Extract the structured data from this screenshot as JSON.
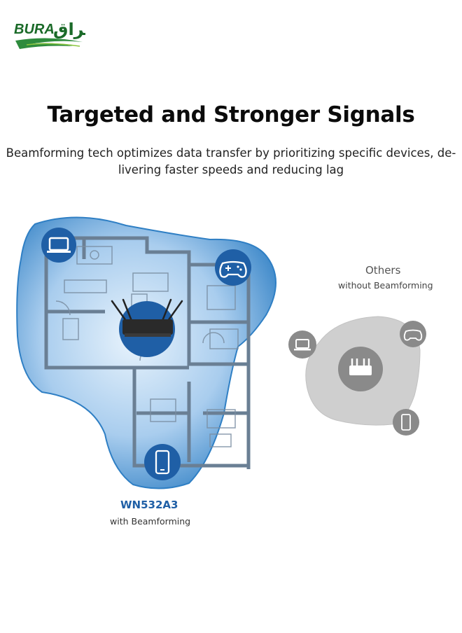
{
  "brand": {
    "logo_text_latin": "BURA",
    "logo_text_arabic": "براق",
    "logo_color": "#1a7a2e",
    "wing_color": "#2e8b3d"
  },
  "headline": "Targeted and Stronger Signals",
  "subline": {
    "line1": "Beamforming tech optimizes data transfer by prioritizing specific devices, de-",
    "line2": "livering faster speeds and reducing lag"
  },
  "product": {
    "model": "WN532A3",
    "caption": "with Beamforming",
    "color": "#1f5fa6",
    "coverage_color": "#2f7fc4",
    "icons": [
      "laptop-icon",
      "gamepad-icon",
      "phone-icon"
    ]
  },
  "others": {
    "title": "Others",
    "caption": "without Beamforming",
    "color": "#7a7a7a",
    "icons": [
      "laptop-icon",
      "gamepad-icon",
      "phone-icon",
      "router-icon"
    ]
  }
}
